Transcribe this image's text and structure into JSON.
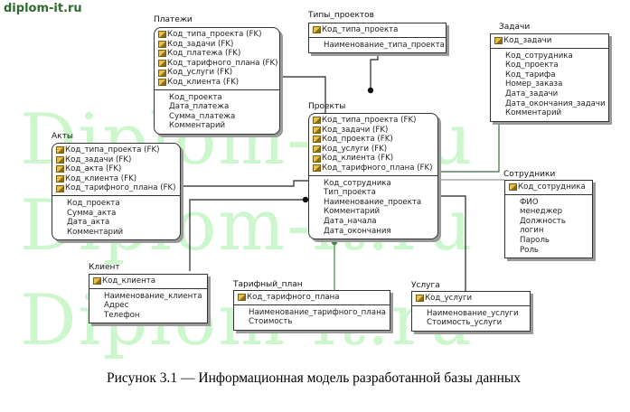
{
  "site": "diplom-it.ru",
  "watermark": "Diplom-it.ru",
  "caption": "Рисунок 3.1 — Информационная модель разработанной базы данных",
  "entities": {
    "payments": {
      "title": "Платежи",
      "keys": [
        "Код_типа_проекта (FK)",
        "Код_задачи (FK)",
        "Код_платежа (FK)",
        "Код_тарифного_плана (FK)",
        "Код_услуги (FK)",
        "Код_клиента (FK)"
      ],
      "attrs": [
        "Код_проекта",
        "Дата_платежа",
        "Сумма_платежа",
        "Комментарий"
      ]
    },
    "project_types": {
      "title": "Типы_проектов",
      "keys": [
        "Код_типа_проекта"
      ],
      "attrs": [
        "Наименование_типа_проекта"
      ]
    },
    "tasks": {
      "title": "Задачи",
      "keys": [
        "Код_задачи"
      ],
      "attrs": [
        "Код_сотрудника",
        "Код_проекта",
        "Код_тарифа",
        "Номер_заказа",
        "Дата_задачи",
        "Дата_окончания_задачи",
        "Комментарий"
      ]
    },
    "projects": {
      "title": "Проекты",
      "keys": [
        "Код_типа_проекта (FK)",
        "Код_задачи (FK)",
        "Код_проекта (FK)",
        "Код_услуги (FK)",
        "Код_клиента (FK)",
        "Код_тарифного_плана (FK)"
      ],
      "attrs": [
        "Код_сотрудника",
        "Тип_проекта",
        "Наименование_проекта",
        "Комментарий",
        "Дата_начала",
        "Дата_окончания"
      ]
    },
    "acts": {
      "title": "Акты",
      "keys": [
        "Код_типа_проекта (FK)",
        "Код_задачи (FK)",
        "Код_акта (FK)",
        "Код_клиента (FK)",
        "Код_тарифного_плана (FK)"
      ],
      "attrs": [
        "Код_проекта",
        "Сумма_акта",
        "Дата_акта",
        "Комментарий"
      ]
    },
    "employees": {
      "title": "Сотрудники",
      "keys": [
        "Код_сотрудника"
      ],
      "attrs": [
        "ФИО",
        "менеджер",
        "Должность",
        "логин",
        "Пароль",
        "Роль"
      ]
    },
    "client": {
      "title": "Клиент",
      "keys": [
        "Код_клиента"
      ],
      "attrs": [
        "Наименование_клиента",
        "Адрес",
        "Телефон"
      ]
    },
    "tariff": {
      "title": "Тарифный_план",
      "keys": [
        "Код_тарифного_плана"
      ],
      "attrs": [
        "Наименование_тарифного_плана",
        "Стоимость"
      ]
    },
    "service": {
      "title": "Услуга",
      "keys": [
        "Код_услуги"
      ],
      "attrs": [
        "Наименование_услуги",
        "Стоимость_услуги"
      ]
    }
  }
}
